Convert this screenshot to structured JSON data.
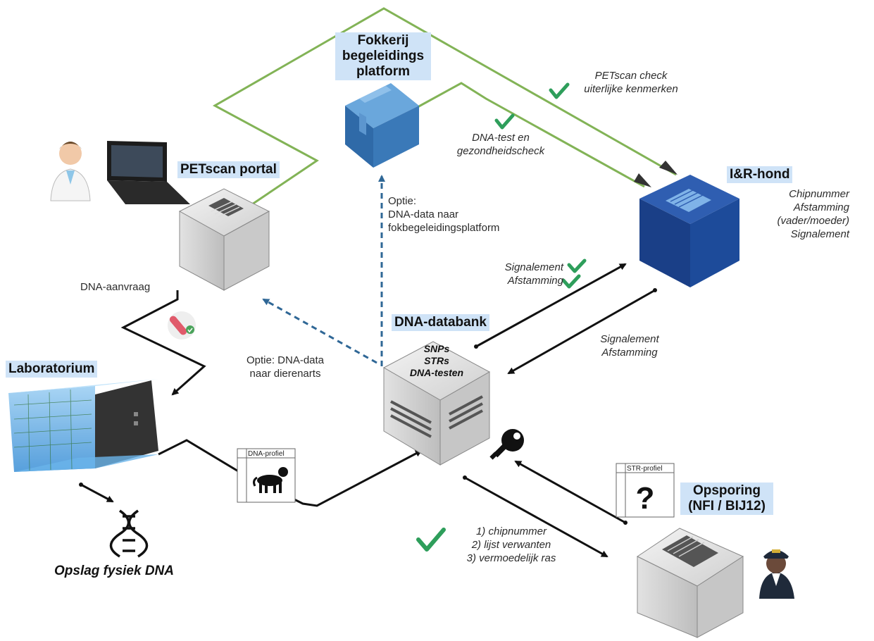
{
  "nodes": {
    "fokkerij": {
      "title_lines": [
        "Fokkerij",
        "begeleidings",
        "platform"
      ]
    },
    "petscan": {
      "title": "PETscan portal"
    },
    "irhond": {
      "title": "I&R-hond",
      "details": [
        "Chipnummer",
        "Afstamming",
        "(vader/moeder)",
        "Signalement"
      ]
    },
    "lab": {
      "title": "Laboratorium"
    },
    "databank": {
      "title": "DNA-databank",
      "contents": [
        "SNPs",
        "STRs",
        "DNA-testen"
      ]
    },
    "opsporing": {
      "title_lines": [
        "Opsporing",
        "(NFI / BIJ12)"
      ]
    }
  },
  "labels": {
    "petscan_check": [
      "PETscan check",
      "uiterlijke kenmerken"
    ],
    "dna_test": [
      "DNA-test en",
      "gezondheidscheck"
    ],
    "optie_fok": [
      "Optie:",
      "DNA-data naar",
      "fokbegeleidingsplatform"
    ],
    "dna_aanvraag": "DNA-aanvraag",
    "optie_dierenarts": [
      "Optie: DNA-data",
      "naar dierenarts"
    ],
    "signalement_afstamming_up": [
      "Signalement",
      "Afstamming"
    ],
    "signalement_afstamming_down": [
      "Signalement",
      "Afstamming"
    ],
    "opslag": "Opslag fysiek DNA",
    "query_items": [
      "1) chipnummer",
      "2) lijst verwanten",
      "3) vermoedelijk ras"
    ]
  },
  "documents": {
    "dna_profiel": "DNA-profiel",
    "str_profiel": "STR-profiel",
    "str_mark": "?"
  },
  "colors": {
    "green_line": "#82b356",
    "check": "#2e9e5b",
    "dashed": "#2f6796",
    "head_bg": "#cfe3f7",
    "blue_box": "#3a79b8",
    "navy_server": "#1d4b9a"
  }
}
